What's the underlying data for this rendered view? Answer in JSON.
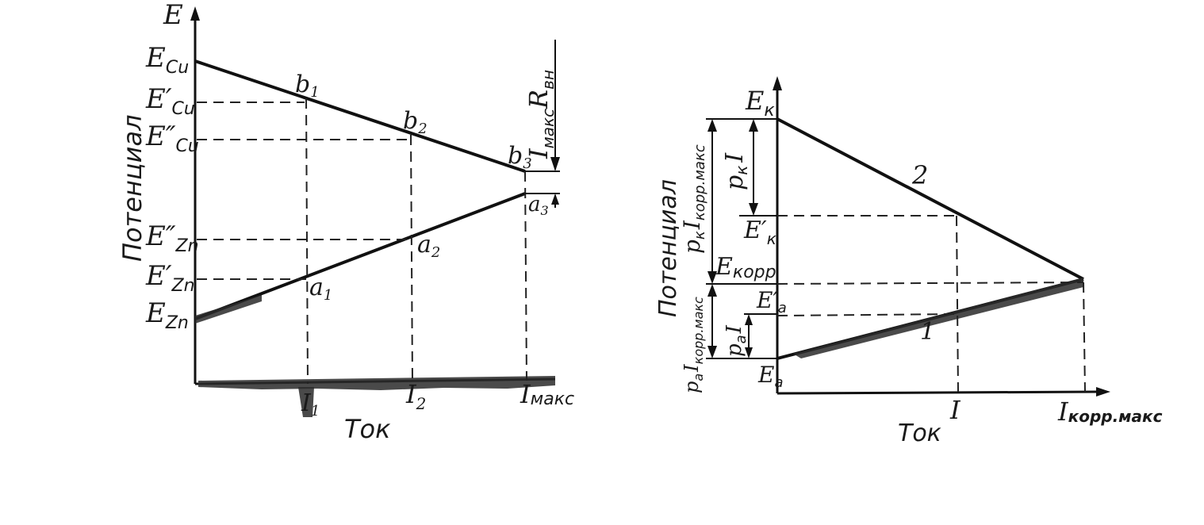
{
  "left_diagram": {
    "y_axis_symbol": "E",
    "y_axis_title": "Потенциал",
    "x_axis_title": "Ток",
    "labels": {
      "e_cu": "E",
      "e_cu_sub": "Cu",
      "e_cu1": "E′",
      "e_cu1_sub": "Cu",
      "e_cu2": "E″",
      "e_cu2_sub": "Cu",
      "e_zn2": "E″",
      "e_zn2_sub": "Zn",
      "e_zn1": "E′",
      "e_zn1_sub": "Zn",
      "e_zn": "E",
      "e_zn_sub": "Zn",
      "b1": "b",
      "b1_sub": "1",
      "b2": "b",
      "b2_sub": "2",
      "b3": "b",
      "b3_sub": "3",
      "a1": "a",
      "a1_sub": "1",
      "a2": "a",
      "a2_sub": "2",
      "a3": "a",
      "a3_sub": "3",
      "i1": "I",
      "i1_sub": "1",
      "i2": "I",
      "i2_sub": "2",
      "imax": "I",
      "imax_sub": "макс",
      "drop": "I",
      "drop_sub": "макс",
      "drop_r": "R",
      "drop_r_sub": "вн"
    }
  },
  "right_diagram": {
    "y_axis_title": "Потенциал",
    "x_axis_title": "Ток",
    "labels": {
      "e_k": "E",
      "e_k_sub": "к",
      "e_k1": "E′",
      "e_k1_sub": "к",
      "e_korr": "E",
      "e_korr_sub": "корр",
      "e_a1": "E′",
      "e_a1_sub": "a",
      "e_a": "E",
      "e_a_sub": "a",
      "line2": "2",
      "line1": "1",
      "pk_i": "p",
      "pk_i_sub": "к",
      "pk_i_i": "I",
      "pa_i": "p",
      "pa_i_sub": "a",
      "pa_i_i": "I",
      "pk_imax": "p",
      "pk_imax_sub": "к",
      "pk_imax_i": "I",
      "pk_imax_isub": "корр.макс",
      "pa_imax": "p",
      "pa_imax_sub": "a",
      "pa_imax_i": "I",
      "pa_imax_isub": "корр.макс",
      "i": "I",
      "ikorr": "I",
      "ikorr_sub": "корр.макс"
    }
  }
}
